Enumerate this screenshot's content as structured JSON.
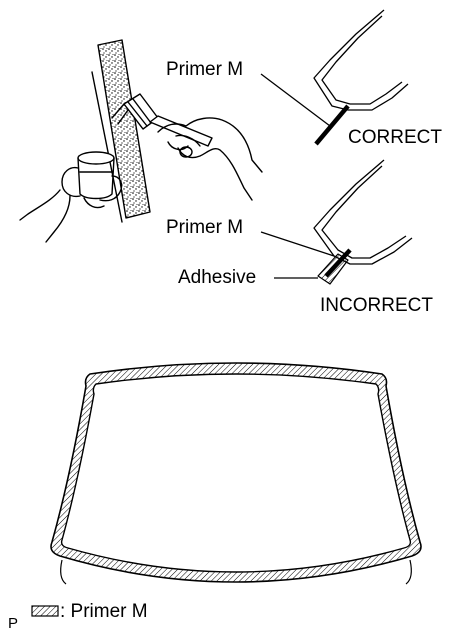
{
  "labels": {
    "primer_top": "Primer M",
    "correct": "CORRECT",
    "primer_bottom": "Primer M",
    "adhesive": "Adhesive",
    "incorrect": "INCORRECT",
    "code": "P"
  },
  "legend": {
    "text": ": Primer M",
    "swatch_icon": "hatched-rectangle-icon"
  }
}
